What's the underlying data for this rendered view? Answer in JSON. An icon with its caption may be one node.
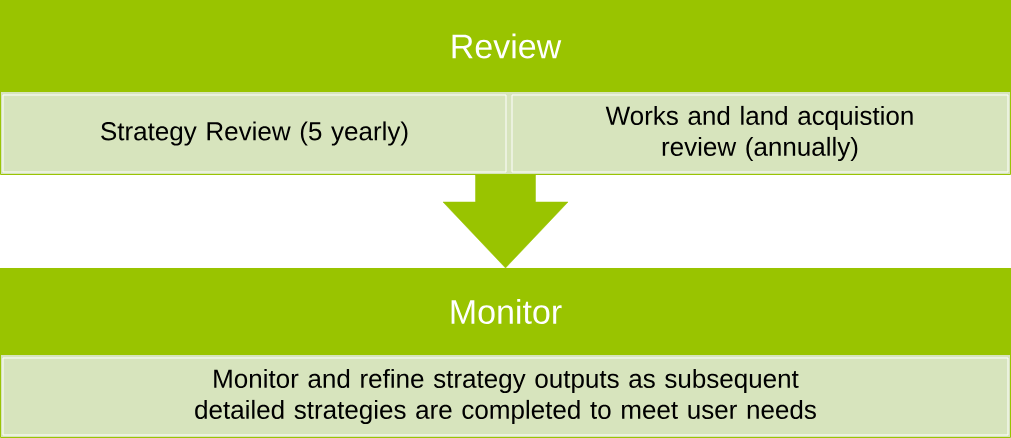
{
  "diagram": {
    "nodes": [
      {
        "text": [
          "Review"
        ]
      },
      {
        "text": [
          "Strategy Review (5 yearly)"
        ],
        "in": 0
      },
      {
        "text": [
          "Works and land acquistion review (annually)"
        ],
        "in": 0
      },
      {
        "text": [
          "Monitor"
        ]
      },
      {
        "text": [
          "Monitor and refine strategy outputs as subsequent detailed strategies are completed to meet user needs"
        ],
        "in": 3
      }
    ],
    "edges": [
      {
        "from": 0,
        "to": 3,
        "arrow": "to"
      }
    ]
  }
}
